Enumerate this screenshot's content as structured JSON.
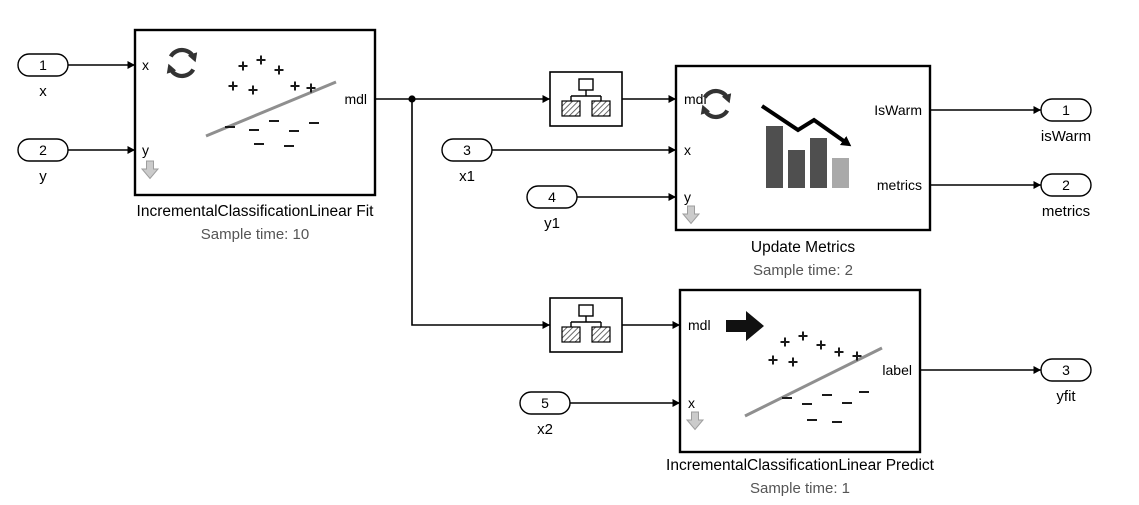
{
  "blocks": {
    "fit": {
      "title": "IncrementalClassificationLinear Fit",
      "sample_time": "Sample time: 10",
      "ports": {
        "x": "x",
        "y": "y",
        "mdl": "mdl"
      }
    },
    "update_metrics": {
      "title": "Update Metrics",
      "sample_time": "Sample time: 2",
      "ports": {
        "mdl": "mdl",
        "x": "x",
        "y": "y",
        "is_warm": "IsWarm",
        "metrics": "metrics"
      }
    },
    "predict": {
      "title": "IncrementalClassificationLinear Predict",
      "sample_time": "Sample time: 1",
      "ports": {
        "mdl": "mdl",
        "x": "x",
        "label": "label"
      }
    }
  },
  "inports": [
    {
      "num": "1",
      "label": "x"
    },
    {
      "num": "2",
      "label": "y"
    },
    {
      "num": "3",
      "label": "x1"
    },
    {
      "num": "4",
      "label": "y1"
    },
    {
      "num": "5",
      "label": "x2"
    }
  ],
  "outports": [
    {
      "num": "1",
      "label": "isWarm"
    },
    {
      "num": "2",
      "label": "metrics"
    },
    {
      "num": "3",
      "label": "yfit"
    }
  ],
  "icons": {
    "refresh": "circular-update-arrows",
    "scatter": "classification-scatter-plot",
    "bar_chart": "metrics-bar-chart-with-trend-arrow",
    "predict_arrow": "predict-forward-arrow",
    "rate_transition": "double-buffer-rate-transition",
    "unused_port": "gray-down-arrow"
  },
  "colors": {
    "wire": "#000000",
    "block_border": "#000000",
    "scatter_line": "#8f8f8f",
    "bar_dark": "#4f4f4f",
    "bar_light": "#a9a9a9",
    "gray_arrow": "#cbcbcb",
    "annotation": "#555555",
    "background": "#ffffff"
  }
}
